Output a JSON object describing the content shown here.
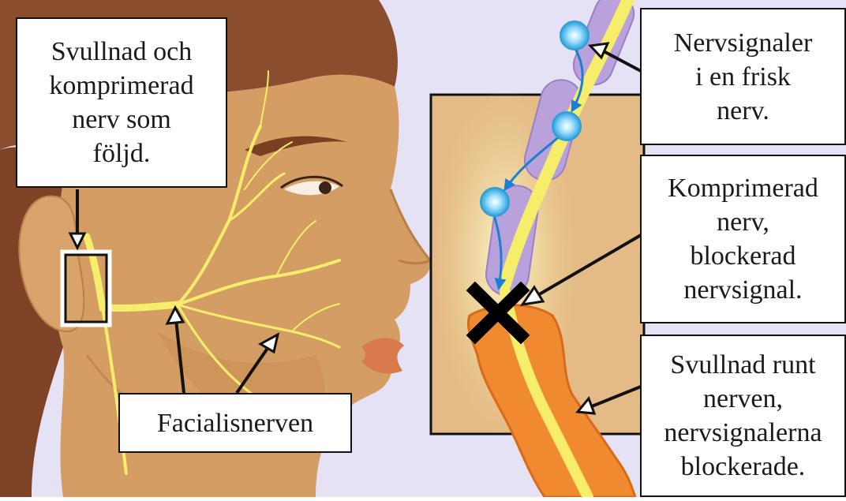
{
  "labels": {
    "swelling_compressed": [
      "Svullnad och",
      "komprimerad",
      "nerv som",
      "följd."
    ],
    "facial_nerve": [
      "Facialisnerven"
    ],
    "healthy_signals": [
      "Nervsignaler",
      "i en frisk",
      "nerv."
    ],
    "compressed_blocked": [
      "Komprimerad",
      "nerv,",
      "blockerad",
      "nervsignal."
    ],
    "swelling_around": [
      "Svullnad runt",
      "nerven,",
      "nervsignalerna",
      "blockerade."
    ]
  },
  "colors": {
    "background": "#e6e2f5",
    "skin": "#d49d63",
    "skin_shadow": "#b97f48",
    "hair": "#8a4d2e",
    "nerve": "#f6ee6a",
    "myelin": "#b9a2dc",
    "swelling": "#f08a30",
    "signal": "#57c2ef",
    "lips": "#d97a4c"
  }
}
